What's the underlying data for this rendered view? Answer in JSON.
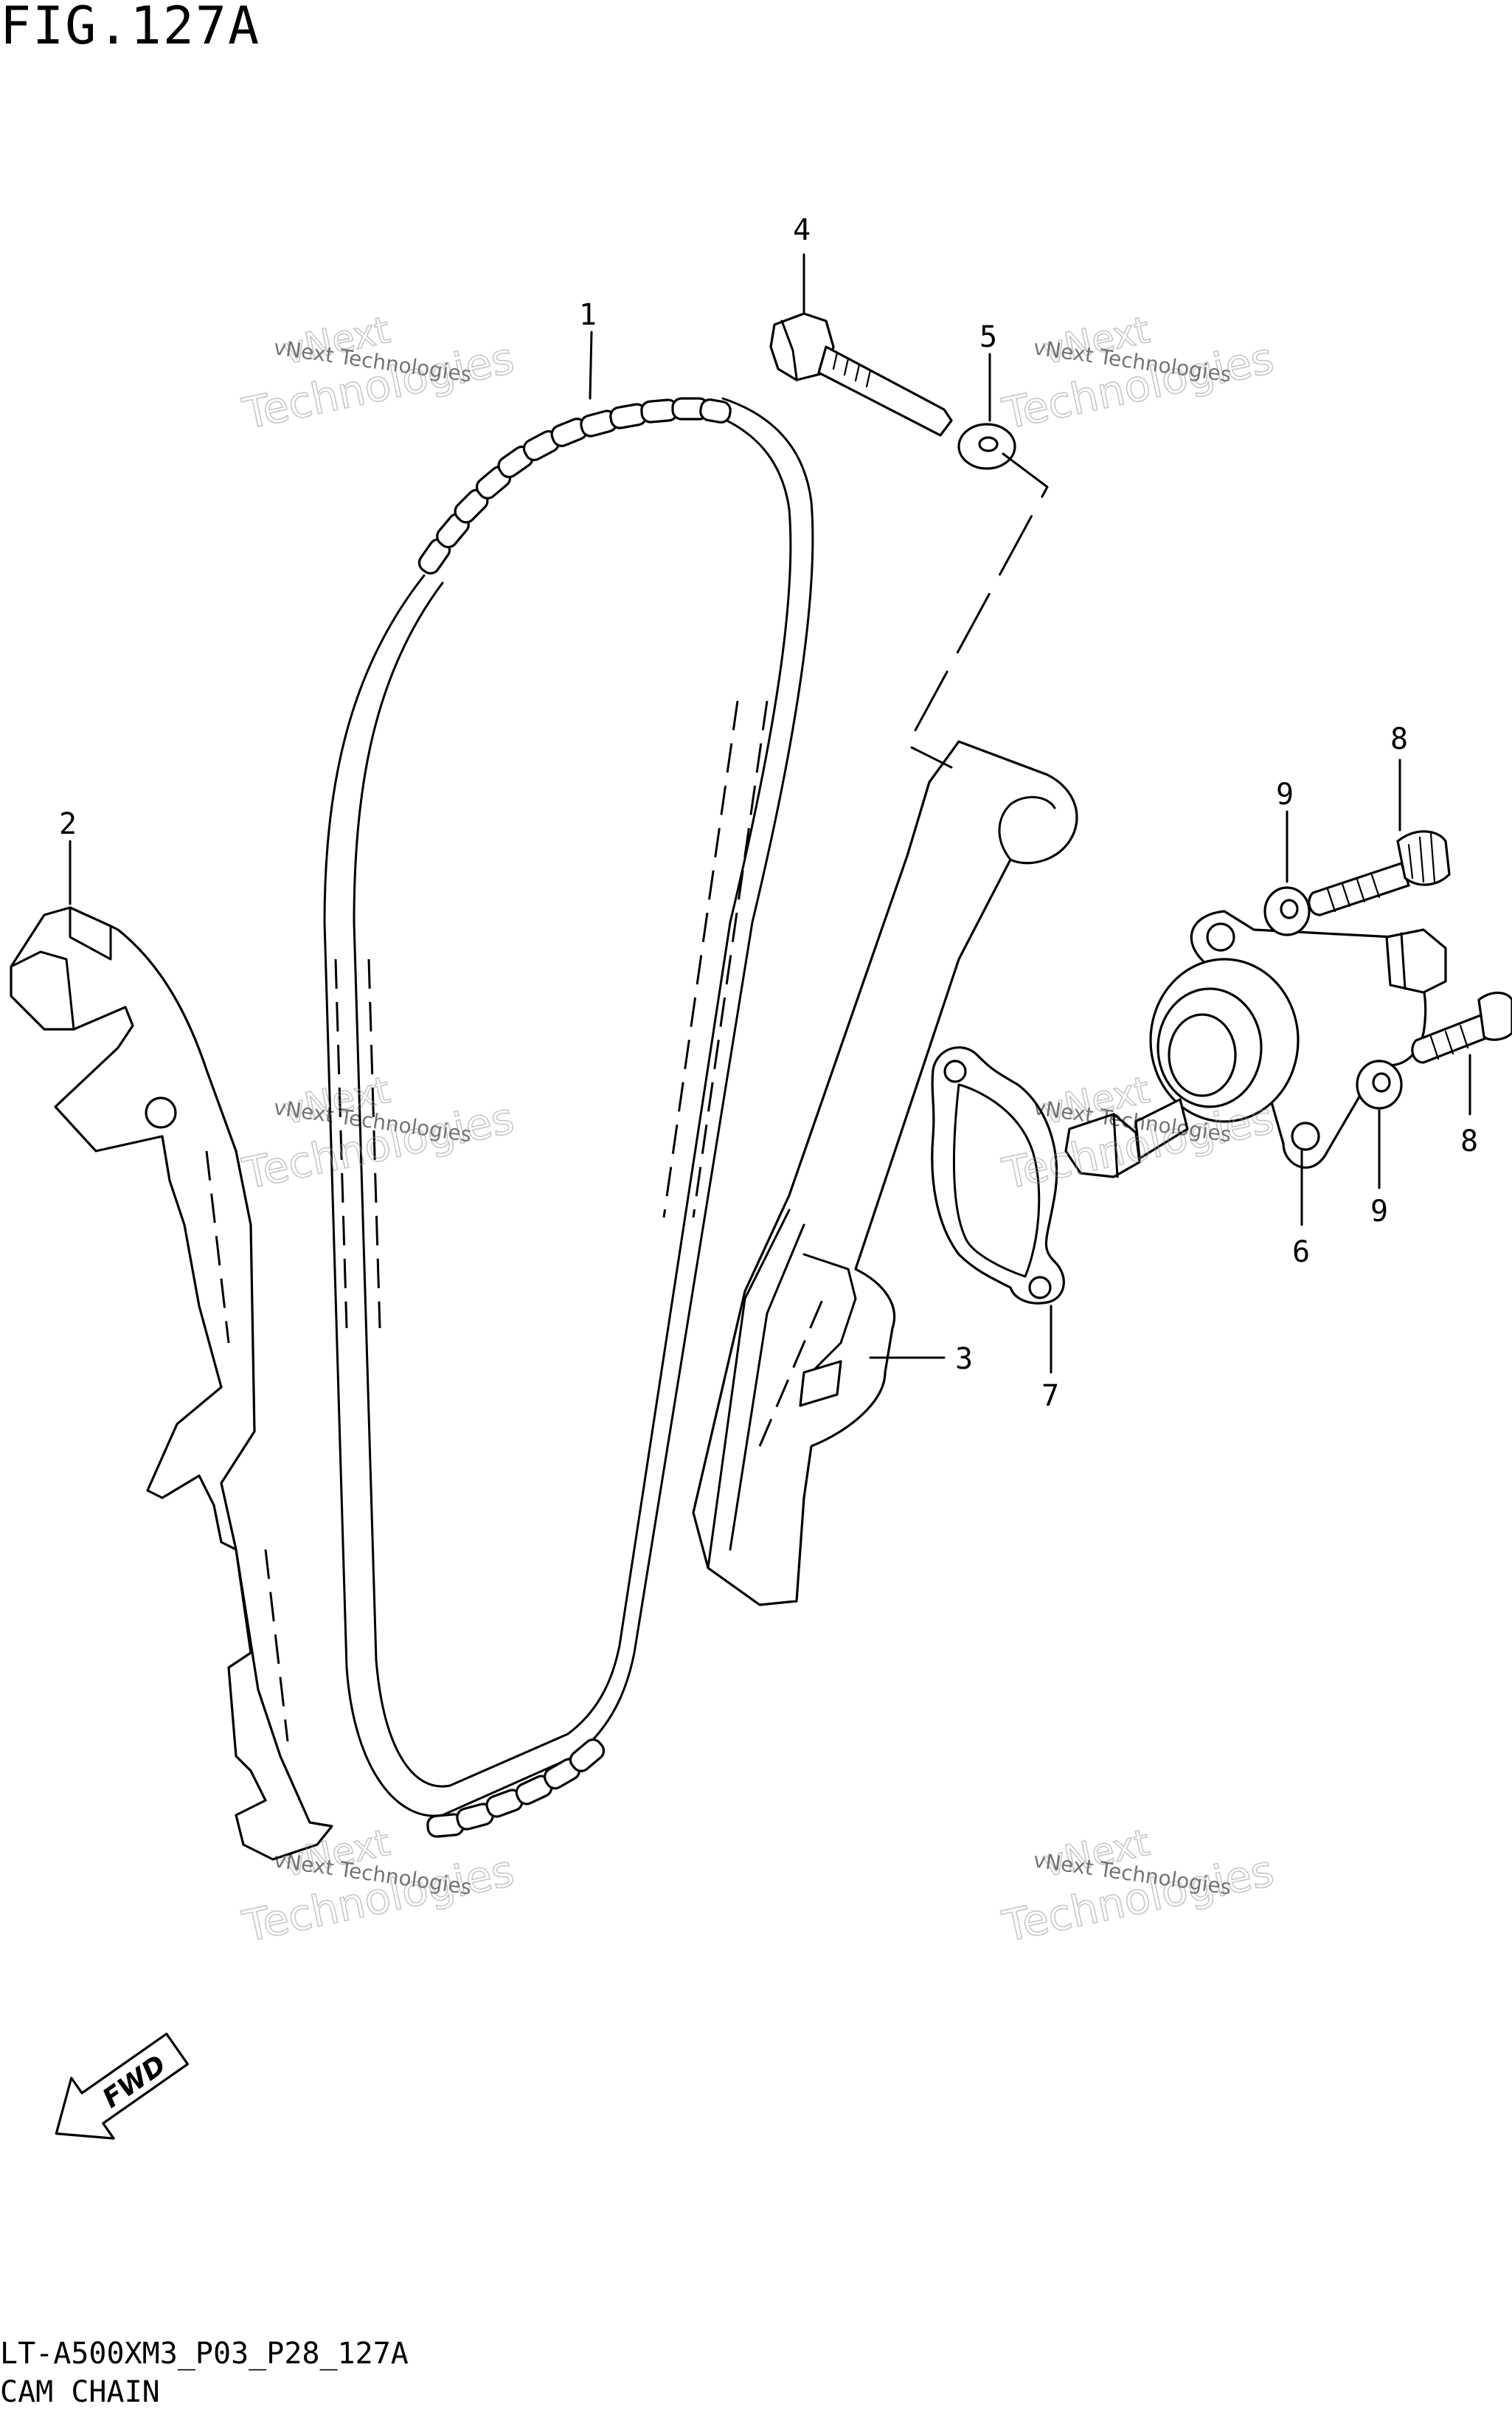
{
  "figure": {
    "title": "FIG.127A",
    "code": "LT-A500XM3_P03_P28_127A",
    "name": "CAM CHAIN"
  },
  "callouts": [
    "1",
    "2",
    "3",
    "4",
    "5",
    "6",
    "7",
    "8",
    "8",
    "9",
    "9"
  ],
  "watermark": {
    "line1": "vNext Technologies",
    "big_top": "vNext",
    "big_bottom": "Technologies"
  },
  "fwd_label": "FWD"
}
